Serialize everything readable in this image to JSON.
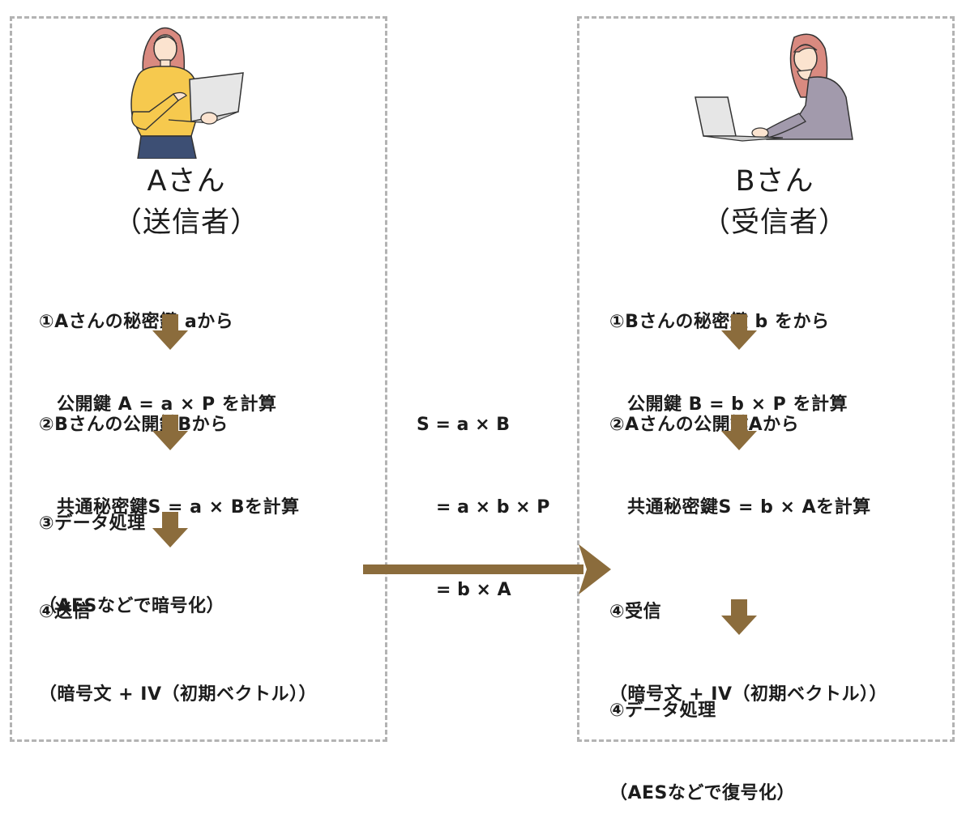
{
  "colors": {
    "arrow": "#8b6c3c",
    "border": "#b3b3b3",
    "text": "#1c1c1c"
  },
  "sender": {
    "name": "Aさん",
    "role": "（送信者）",
    "steps": [
      {
        "line1": "①Aさんの秘密鍵 aから",
        "line2": "公開鍵 A = a × P を計算"
      },
      {
        "line1": "②Bさんの公開鍵Bから",
        "line2": "共通秘密鍵S = a × Bを計算"
      },
      {
        "line1": "③データ処理",
        "line2": "（AESなどで暗号化）"
      },
      {
        "line1": "④送信",
        "line2": "（暗号文 + IV（初期ベクトル））"
      }
    ]
  },
  "receiver": {
    "name": "Bさん",
    "role": "（受信者）",
    "steps": [
      {
        "line1": "①Bさんの秘密鍵 b をから",
        "line2": "公開鍵 B = b × P を計算"
      },
      {
        "line1": "②Aさんの公開鍵Aから",
        "line2": "共通秘密鍵S = b × Aを計算"
      },
      {
        "line1": "④受信",
        "line2": "（暗号文 + IV（初期ベクトル））"
      },
      {
        "line1": "④データ処理",
        "line2": "（AESなどで復号化）"
      }
    ]
  },
  "formula": {
    "line1": "S = a × B",
    "line2": "= a × b × P",
    "line3": "= b × A"
  }
}
